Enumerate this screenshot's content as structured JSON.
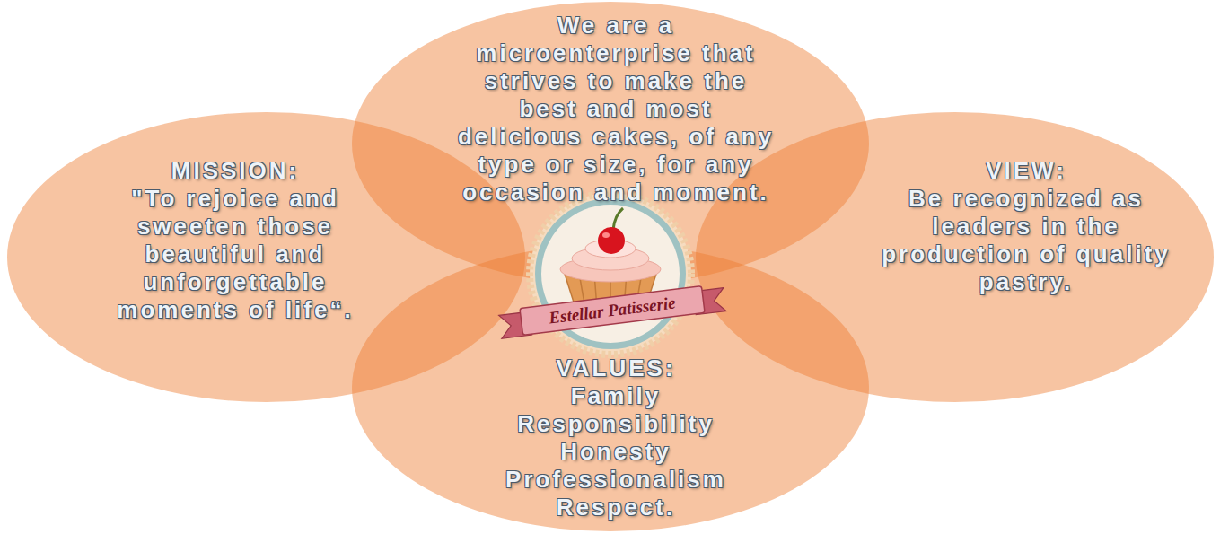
{
  "diagram": {
    "nodes": [
      {
        "text": [
          "We are a microenterprise that strives to make the best and most delicious cakes, of any type or size, for any occasion and moment."
        ]
      },
      {
        "text": [
          "MISSION:",
          "\"To rejoice and sweeten those beautiful and unforgettable moments of life“."
        ]
      },
      {
        "text": [
          "VIEW:",
          "Be recognized as leaders in the production of quality pastry."
        ]
      },
      {
        "text": [
          "VALUES:",
          "Family",
          "Responsibility",
          "Honesty",
          "Professionalism",
          "Respect."
        ]
      }
    ],
    "labels": [
      "Estellar Patisserie"
    ]
  }
}
